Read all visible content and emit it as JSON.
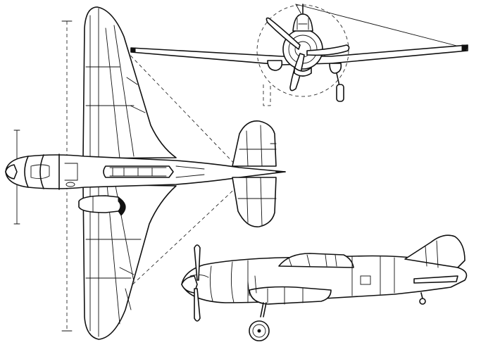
{
  "drawing": {
    "type": "three-view line drawing",
    "views": [
      "top-view",
      "front-view",
      "side-view"
    ],
    "colors": {
      "line": "#111111",
      "background": "#ffffff",
      "shade": "#cfcfcf"
    }
  }
}
